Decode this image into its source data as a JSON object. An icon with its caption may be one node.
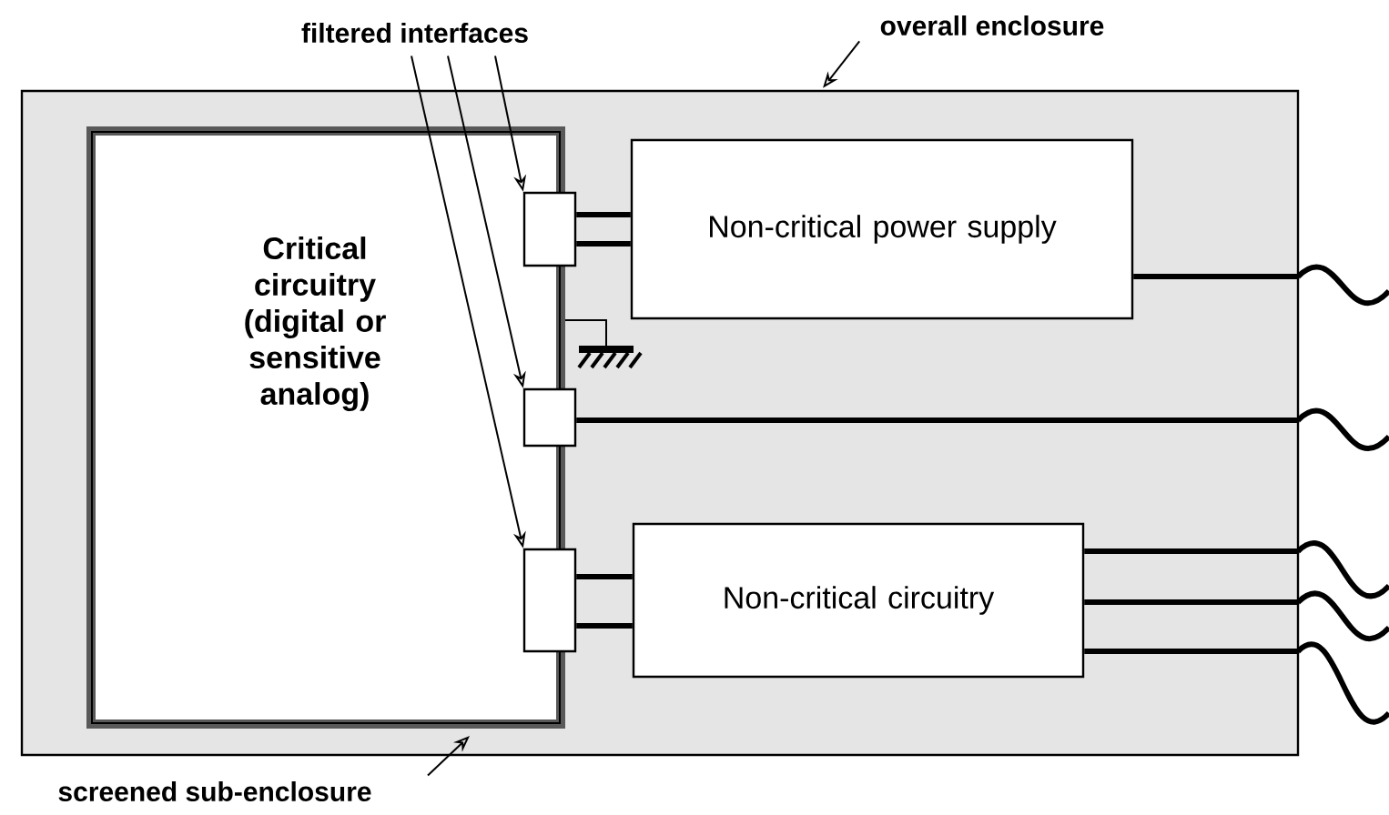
{
  "diagram": {
    "nodes": [
      {
        "text": [
          "filtered interfaces"
        ]
      },
      {
        "text": [
          "overall enclosure"
        ]
      },
      {
        "text": [],
        "shape": "box"
      },
      {
        "text": [
          "Critical circuitry (digital or sensitive analog)"
        ],
        "in": 2
      },
      {
        "text": [],
        "shape": "box",
        "in": 2
      },
      {
        "text": [],
        "shape": "box",
        "in": 2
      },
      {
        "text": [],
        "shape": "box",
        "in": 2
      },
      {
        "text": [
          "Non-critical power supply"
        ],
        "in": 2
      },
      {
        "text": [
          "Non-critical circuitry"
        ],
        "in": 2
      },
      {
        "text": [
          "screened sub-enclosure"
        ]
      }
    ],
    "edges": [
      {
        "from": 0,
        "to": 4,
        "arrow": "to"
      },
      {
        "from": 0,
        "to": 5,
        "arrow": "to"
      },
      {
        "from": 0,
        "to": 6,
        "arrow": "to"
      },
      {
        "from": 1,
        "to": 2,
        "arrow": "to"
      },
      {
        "from": 9,
        "to": 3,
        "arrow": "to"
      },
      {
        "from": 4,
        "to": 7,
        "arrow": "none"
      },
      {
        "from": 4,
        "to": 7,
        "arrow": "none"
      },
      {
        "from": 5,
        "to": 2,
        "arrow": "none"
      },
      {
        "from": 6,
        "to": 8,
        "arrow": "none"
      },
      {
        "from": 6,
        "to": 8,
        "arrow": "none"
      },
      {
        "from": 7,
        "to": 2,
        "arrow": "none"
      },
      {
        "from": 8,
        "to": 2,
        "arrow": "none"
      },
      {
        "from": 8,
        "to": 2,
        "arrow": "none"
      },
      {
        "from": 8,
        "to": 2,
        "arrow": "none"
      }
    ]
  }
}
